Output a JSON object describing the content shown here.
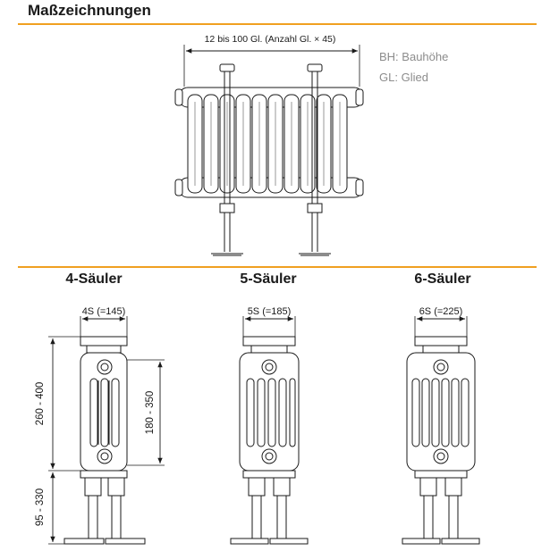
{
  "header": {
    "title": "Maßzeichnungen",
    "accent_color": "#f0a020"
  },
  "legend": [
    {
      "abbr": "BH:",
      "text": "Bauhöhe"
    },
    {
      "abbr": "GL:",
      "text": "Glied"
    }
  ],
  "top_view": {
    "width_label": "12 bis 100 Gl. (Anzahl Gl. × 45)"
  },
  "columns": [
    {
      "title": "4-Säuler",
      "width_label": "4S (=145)"
    },
    {
      "title": "5-Säuler",
      "width_label": "5S (=185)"
    },
    {
      "title": "6-Säuler",
      "width_label": "6S (=225)"
    }
  ],
  "dimensions": {
    "total_height": "260 - 400",
    "hub_distance": "180 - 350",
    "foot_height": "95 - 330"
  }
}
